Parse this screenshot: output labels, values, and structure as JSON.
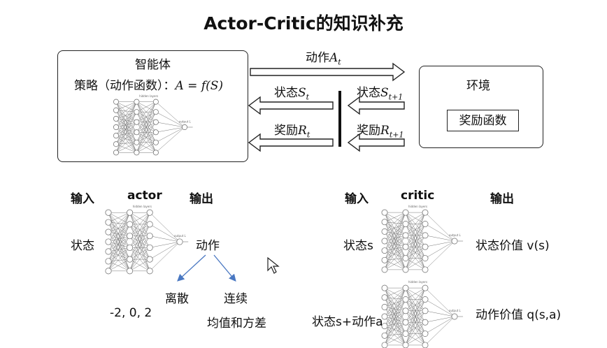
{
  "title": "Actor-Critic的知识补充",
  "agent": {
    "title": "智能体",
    "policy_label": "策略（动作函数）：",
    "policy_formula": "A = f(S)"
  },
  "environment": {
    "title": "环境",
    "reward_function": "奖励函数"
  },
  "arrows": {
    "action_label": "动作",
    "action_symbol": "A",
    "action_sub": "t",
    "state_label": "状态",
    "state_symbol": "S",
    "state_sub": "t",
    "state_next_sub": "t+1",
    "reward_label": "奖励",
    "reward_symbol": "R",
    "reward_sub": "t",
    "reward_next_sub": "t+1"
  },
  "actor": {
    "input_header": "输入",
    "name": "actor",
    "output_header": "输出",
    "input": "状态",
    "output": "动作",
    "discrete": "离散",
    "continuous": "连续",
    "discrete_example": "-2, 0, 2",
    "continuous_example": "均值和方差"
  },
  "critic": {
    "input_header": "输入",
    "name": "critic",
    "output_header": "输出",
    "input_1": "状态s",
    "output_1": "状态价值 v(s)",
    "input_2": "状态s+动作a",
    "output_2": "动作价值 q(s,a)"
  },
  "network_labels": {
    "hidden": "hidden layers",
    "output": "output L"
  },
  "colors": {
    "line": "#222222",
    "branch_arrow": "#4a78c2",
    "network_stroke": "#777777"
  }
}
